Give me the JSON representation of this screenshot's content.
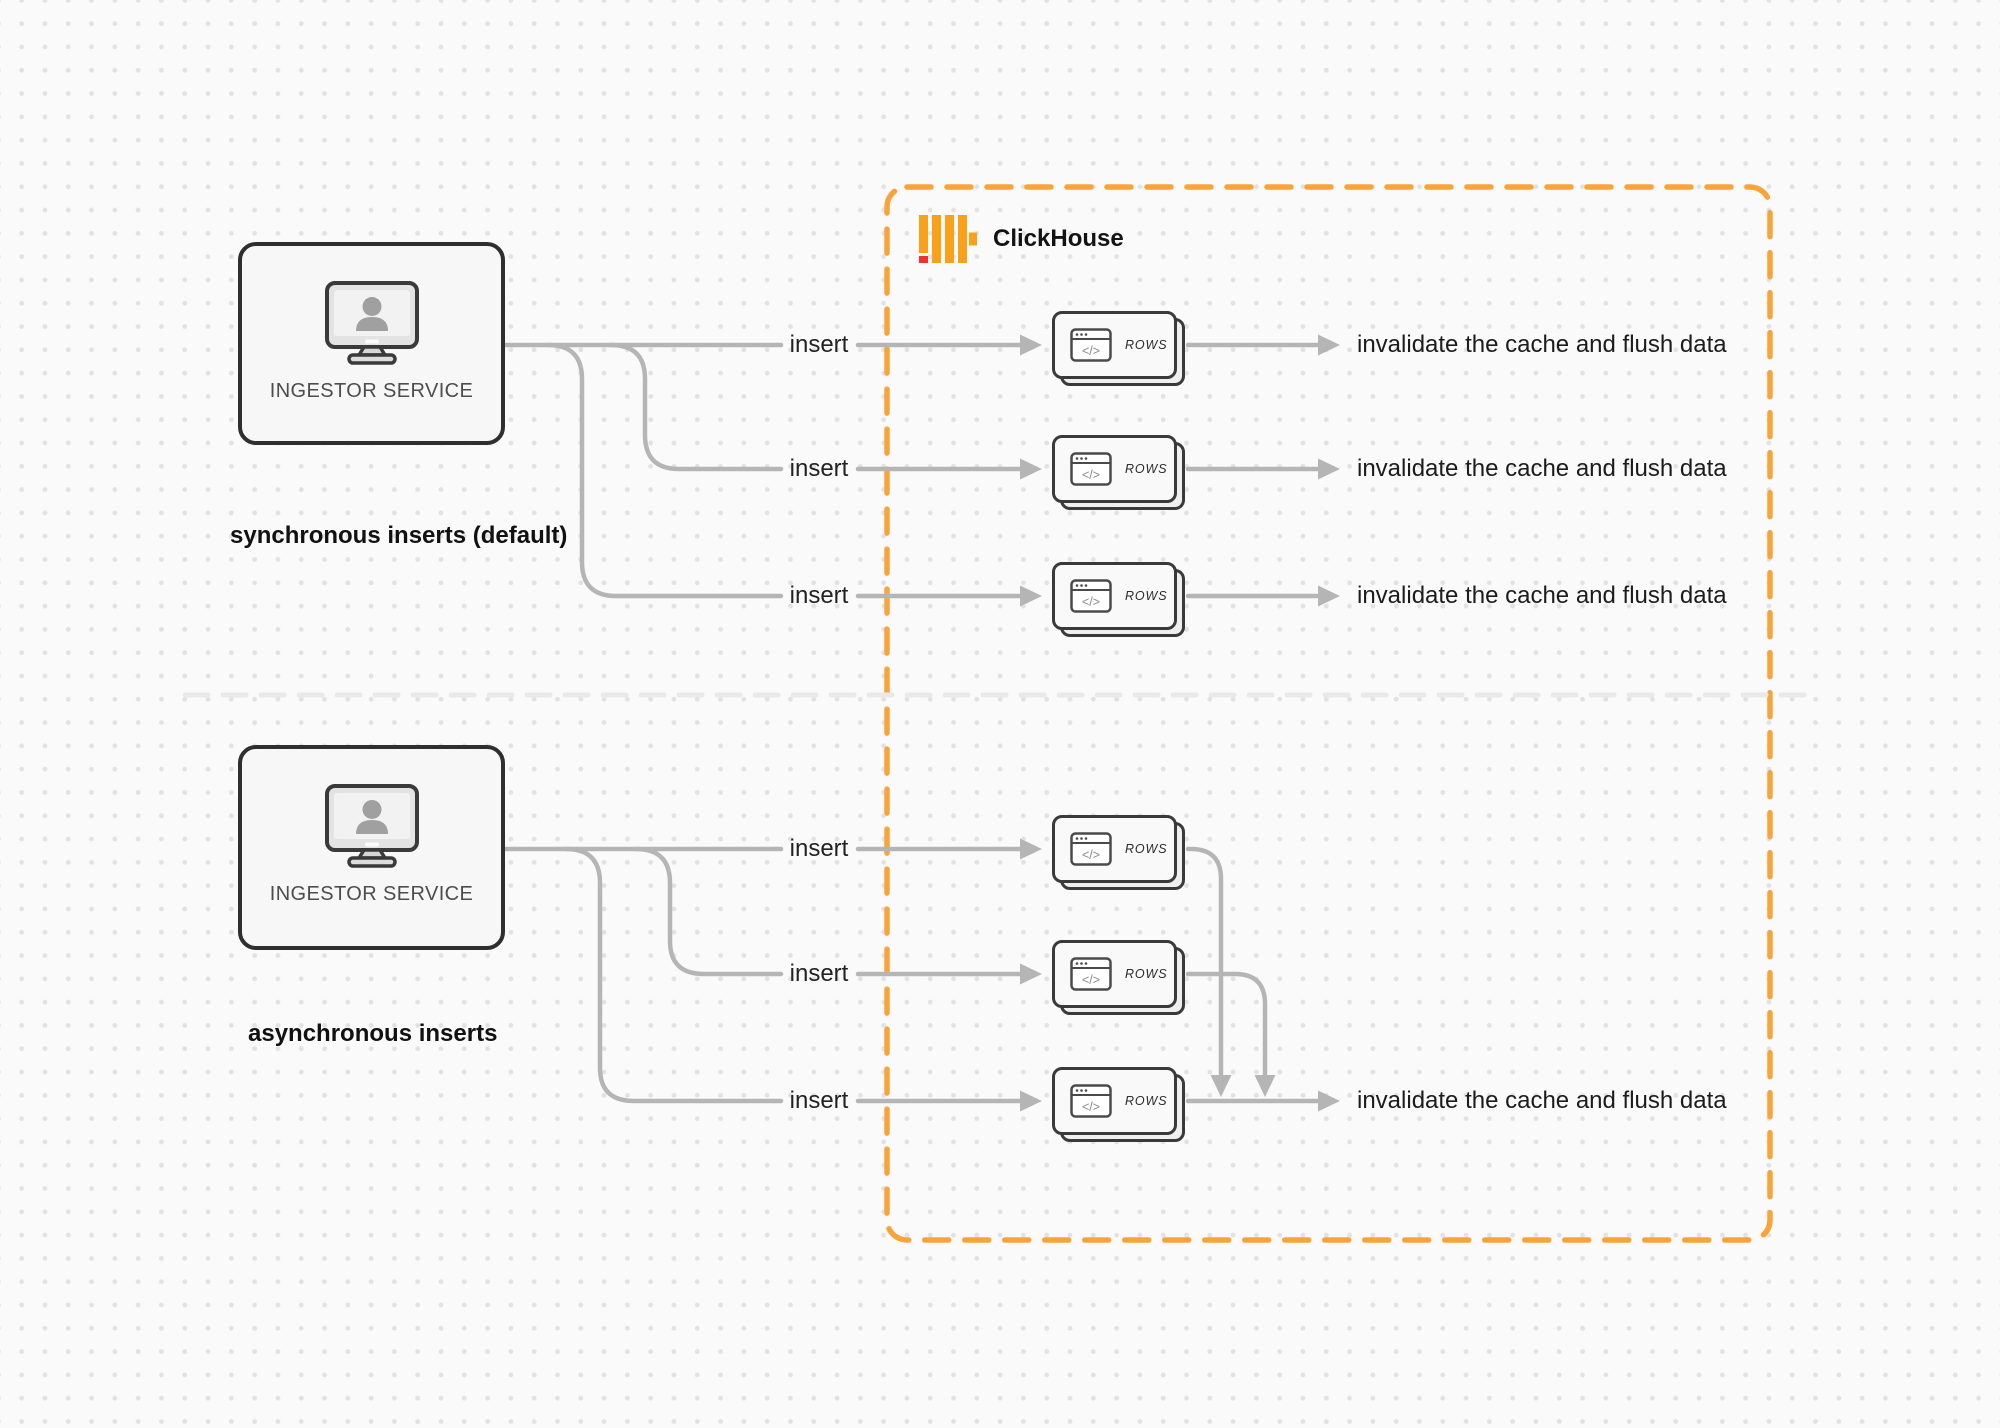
{
  "colors": {
    "background": "#FAFAFA",
    "dot_grid": "#E2E2E2",
    "accent_orange": "#F9A43B",
    "logo_bar_yellow": "#F9A11B",
    "logo_red": "#F23030",
    "connector_gray": "#B5B5B5",
    "box_border": "#2F2F2F",
    "box_fill": "#F7F7F7",
    "card_border": "#3A3A3A",
    "card_fill": "#F9F9F9",
    "text_dark": "#1C1C1C",
    "text_muted": "#4D4D4D",
    "divider": "#E9E9E9"
  },
  "clickhouse": {
    "label": "ClickHouse",
    "logo_icon": "clickhouse-bars-logo"
  },
  "icons": {
    "code_glyph": "</>"
  },
  "sync": {
    "caption": "synchronous inserts (default)",
    "ingestor": {
      "label": "INGESTOR SERVICE",
      "icon": "monitor-user-icon"
    },
    "rows": [
      {
        "insert_label": "insert",
        "table_label": "ROWS",
        "result_label": "invalidate the cache and flush data"
      },
      {
        "insert_label": "insert",
        "table_label": "ROWS",
        "result_label": "invalidate the cache and flush data"
      },
      {
        "insert_label": "insert",
        "table_label": "ROWS",
        "result_label": "invalidate the cache and flush data"
      }
    ]
  },
  "async": {
    "caption": "asynchronous inserts",
    "ingestor": {
      "label": "INGESTOR SERVICE",
      "icon": "monitor-user-icon"
    },
    "rows": [
      {
        "insert_label": "insert",
        "table_label": "ROWS"
      },
      {
        "insert_label": "insert",
        "table_label": "ROWS"
      },
      {
        "insert_label": "insert",
        "table_label": "ROWS",
        "result_label": "invalidate the cache and flush data"
      }
    ]
  }
}
